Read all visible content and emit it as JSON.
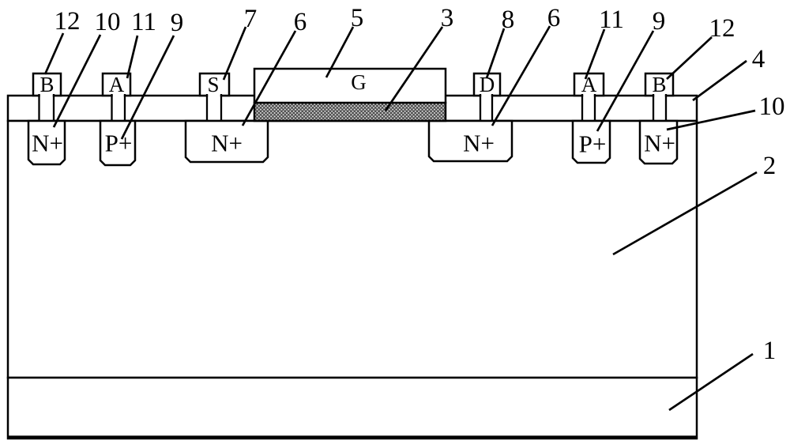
{
  "callouts": {
    "left_12": "12",
    "left_10": "10",
    "left_11": "11",
    "left_9": "9",
    "source_7": "7",
    "left_6": "6",
    "gate_5": "5",
    "oxide_3": "3",
    "drain_8": "8",
    "right_6": "6",
    "right_11": "11",
    "right_9": "9",
    "right_12": "12",
    "toplayer_4": "4",
    "right_10": "10",
    "substrate_2": "2",
    "bottom_1": "1"
  },
  "terminals": {
    "b_left": "B",
    "a_left": "A",
    "source": "S",
    "gate": "G",
    "drain": "D",
    "a_right": "A",
    "b_right": "B"
  },
  "regions": {
    "nplus_b_left": "N+",
    "pplus_left": "P+",
    "nplus_source": "N+",
    "nplus_drain": "N+",
    "pplus_right": "P+",
    "nplus_b_right": "N+"
  },
  "colors": {
    "line": "#000000",
    "hatch_line": "#454545",
    "hatch_bg": "#e3e3e3",
    "background": "#ffffff"
  }
}
